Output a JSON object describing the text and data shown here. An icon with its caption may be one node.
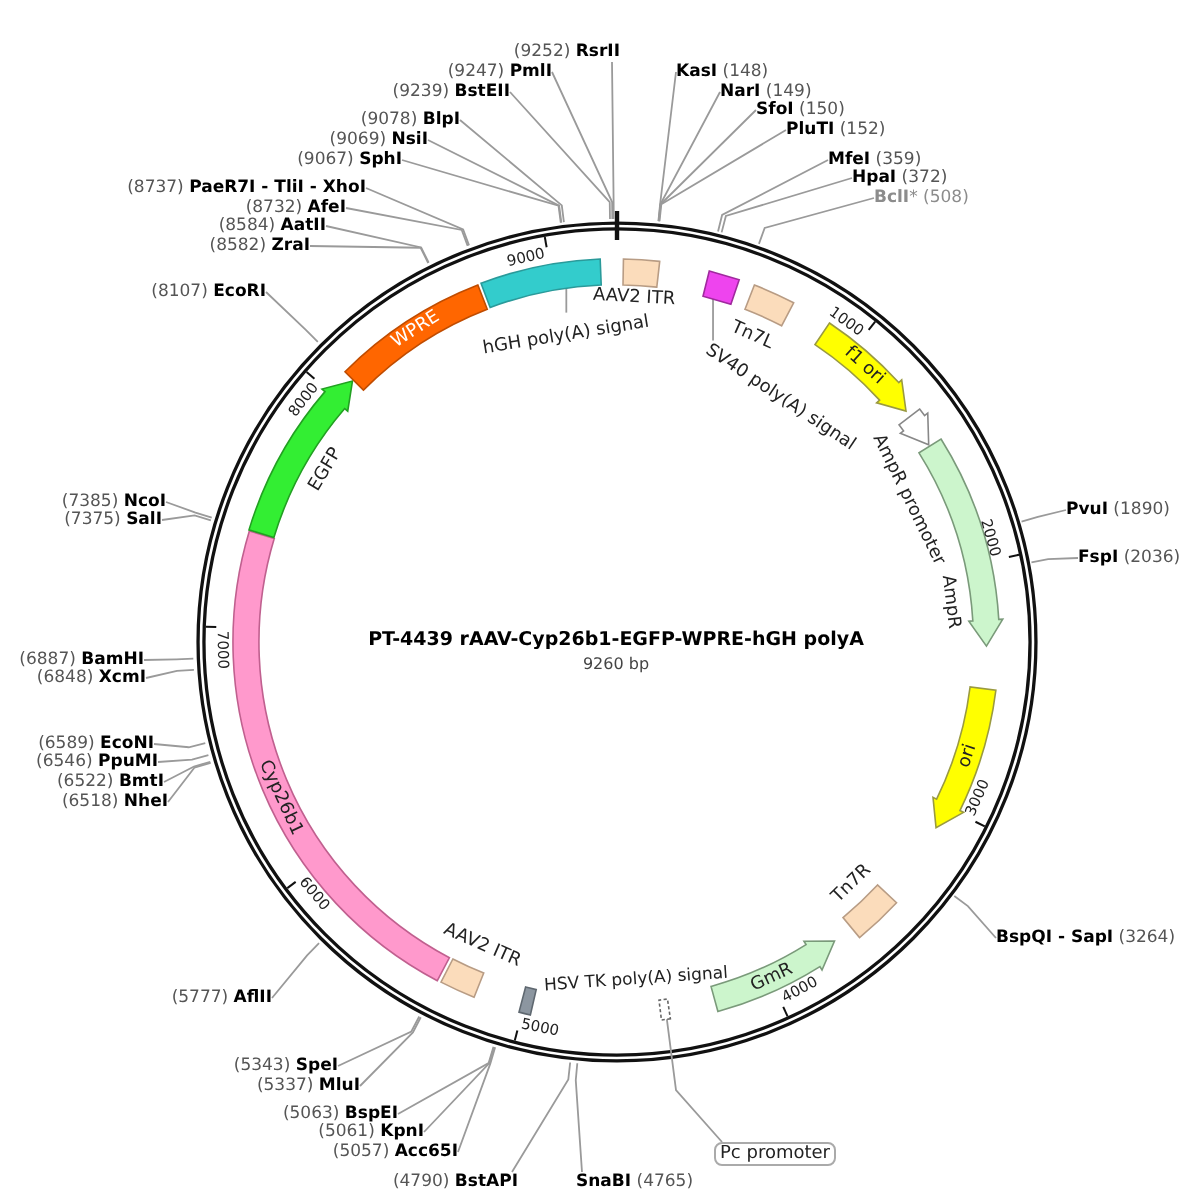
{
  "diagram": {
    "title": "PT-4439 rAAV-Cyp26b1-EGFP-WPRE-hGH polyA",
    "nodes": [
      {
        "text": [
          "**KasI** (148)"
        ]
      },
      {
        "text": [
          "**NarI** (149)"
        ]
      },
      {
        "text": [
          "**SfoI** (150)"
        ]
      },
      {
        "text": [
          "**PluTI** (152)"
        ]
      },
      {
        "text": [
          "**MfeI** (359)"
        ]
      },
      {
        "text": [
          "**HpaI** (372)"
        ]
      },
      {
        "text": [
          "**BclI*** (508)"
        ]
      },
      {
        "text": [
          "**PvuI** (1890)"
        ]
      },
      {
        "text": [
          "**FspI** (2036)"
        ]
      },
      {
        "text": [
          "**BspQI - SapI** (3264)"
        ]
      },
      {
        "text": [
          "**SnaBI** (4765)"
        ]
      },
      {
        "text": [
          "(4790) **BstAPI**"
        ]
      },
      {
        "text": [
          "(5057) **Acc65I**"
        ]
      },
      {
        "text": [
          "(5061) **KpnI**"
        ]
      },
      {
        "text": [
          "(5063) **BspEI**"
        ]
      },
      {
        "text": [
          "(5337) **MluI**"
        ]
      },
      {
        "text": [
          "(5343) **SpeI**"
        ]
      },
      {
        "text": [
          "(5777) **AflII**"
        ]
      },
      {
        "text": [
          "(6518) **NheI**"
        ]
      },
      {
        "text": [
          "(6522) **BmtI**"
        ]
      },
      {
        "text": [
          "(6546) **PpuMI**"
        ]
      },
      {
        "text": [
          "(6589) **EcoNI**"
        ]
      },
      {
        "text": [
          "(6848) **XcmI**"
        ]
      },
      {
        "text": [
          "(6887) **BamHI**"
        ]
      },
      {
        "text": [
          "(7375) **SalI**"
        ]
      },
      {
        "text": [
          "(7385) **NcoI**"
        ]
      },
      {
        "text": [
          "(8107) **EcoRI**"
        ]
      },
      {
        "text": [
          "(8582) **ZraI**"
        ]
      },
      {
        "text": [
          "(8584) **AatII**"
        ]
      },
      {
        "text": [
          "(8732) **AfeI**"
        ]
      },
      {
        "text": [
          "(8737) **PaeR7I - TliI - XhoI**"
        ]
      },
      {
        "text": [
          "(9067) **SphI**"
        ]
      },
      {
        "text": [
          "(9069) **NsiI**"
        ]
      },
      {
        "text": [
          "(9078) **BlpI**"
        ]
      },
      {
        "text": [
          "(9239) **BstEII**"
        ]
      },
      {
        "text": [
          "(9247) **PmlI**"
        ]
      },
      {
        "text": [
          "(9252) **RsrII**"
        ]
      },
      {
        "text": [
          "AAV2 ITR"
        ]
      },
      {
        "text": [],
        "shape": "bar"
      },
      {
        "text": [
          "hGH poly(A) signal"
        ]
      },
      {
        "text": [],
        "shape": "box"
      },
      {
        "text": [
          "SV40 poly(A) signal"
        ]
      },
      {
        "text": [
          "Tn7L"
        ]
      },
      {
        "text": [
          "f1 ori"
        ]
      },
      {
        "text": [
          "AmpR promoter"
        ]
      },
      {
        "text": [
          "AmpR"
        ]
      },
      {
        "text": [
          "ori"
        ]
      },
      {
        "text": [
          "Tn7R"
        ]
      },
      {
        "text": [
          "GmR"
        ]
      },
      {
        "text": [],
        "shape": "box"
      },
      {
        "text": [
          "Pc promoter"
        ]
      },
      {
        "text": [
          "HSV TK poly(A) signal"
        ]
      },
      {
        "text": [
          "AAV2 ITR"
        ]
      },
      {
        "text": [
          "Cyp26b1"
        ]
      },
      {
        "text": [
          "EGFP"
        ]
      },
      {
        "text": [
          "WPRE"
        ]
      }
    ],
    "edges": [
      {
        "from": 0,
        "to": null,
        "arrow": "none"
      },
      {
        "from": 1,
        "to": null,
        "arrow": "none"
      },
      {
        "from": 2,
        "to": null,
        "arrow": "none"
      },
      {
        "from": 3,
        "to": null,
        "arrow": "none"
      },
      {
        "from": 4,
        "to": null,
        "arrow": "none"
      },
      {
        "from": 5,
        "to": null,
        "arrow": "none"
      },
      {
        "from": 6,
        "to": null,
        "arrow": "none"
      },
      {
        "from": 7,
        "to": null,
        "arrow": "none"
      },
      {
        "from": 8,
        "to": null,
        "arrow": "none"
      },
      {
        "from": 9,
        "to": null,
        "arrow": "none"
      },
      {
        "from": 10,
        "to": null,
        "arrow": "none"
      },
      {
        "from": 11,
        "to": null,
        "arrow": "none"
      },
      {
        "from": 12,
        "to": null,
        "arrow": "none"
      },
      {
        "from": 13,
        "to": null,
        "arrow": "none"
      },
      {
        "from": 14,
        "to": null,
        "arrow": "none"
      },
      {
        "from": 15,
        "to": null,
        "arrow": "none"
      },
      {
        "from": 16,
        "to": null,
        "arrow": "none"
      },
      {
        "from": 17,
        "to": null,
        "arrow": "none"
      },
      {
        "from": 18,
        "to": null,
        "arrow": "none"
      },
      {
        "from": 19,
        "to": null,
        "arrow": "none"
      },
      {
        "from": 20,
        "to": null,
        "arrow": "none"
      },
      {
        "from": 21,
        "to": null,
        "arrow": "none"
      },
      {
        "from": 22,
        "to": null,
        "arrow": "none"
      },
      {
        "from": 23,
        "to": null,
        "arrow": "none"
      },
      {
        "from": 24,
        "to": null,
        "arrow": "none"
      },
      {
        "from": 25,
        "to": null,
        "arrow": "none"
      },
      {
        "from": 26,
        "to": null,
        "arrow": "none"
      },
      {
        "from": 27,
        "to": null,
        "arrow": "none"
      },
      {
        "from": 28,
        "to": null,
        "arrow": "none"
      },
      {
        "from": 29,
        "to": null,
        "arrow": "none"
      },
      {
        "from": 30,
        "to": null,
        "arrow": "none"
      },
      {
        "from": 31,
        "to": null,
        "arrow": "none"
      },
      {
        "from": 32,
        "to": null,
        "arrow": "none"
      },
      {
        "from": 33,
        "to": null,
        "arrow": "none"
      },
      {
        "from": 34,
        "to": null,
        "arrow": "none"
      },
      {
        "from": 35,
        "to": null,
        "arrow": "none"
      },
      {
        "from": 36,
        "to": null,
        "arrow": "none"
      },
      {
        "from": 39,
        "to": 38,
        "arrow": "none"
      },
      {
        "from": 41,
        "to": 40,
        "arrow": "none"
      },
      {
        "from": 50,
        "to": 49,
        "arrow": "none"
      }
    ],
    "labels": [
      "9260 bp",
      "1000",
      "2000",
      "3000",
      "4000",
      "5000",
      "6000",
      "7000",
      "8000",
      "9000"
    ]
  }
}
